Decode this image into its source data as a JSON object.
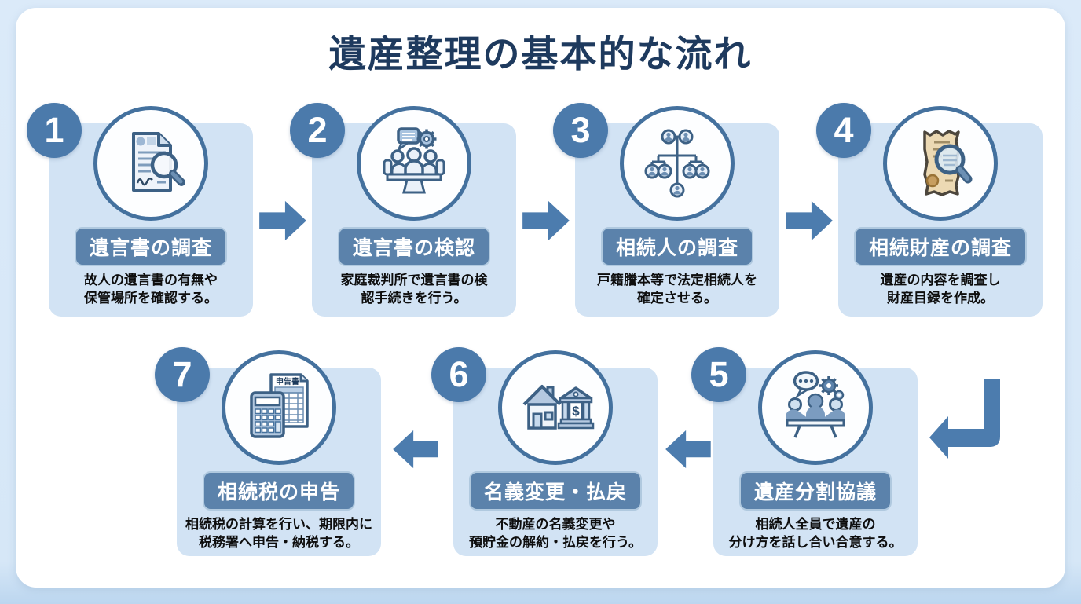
{
  "title": "遺産整理の基本的な流れ",
  "steps": [
    {
      "number": "1",
      "label": "遺言書の調査",
      "description": "故人の遺言書の有無や\n保管場所を確認する。",
      "icon": "will-document-magnifier-icon"
    },
    {
      "number": "2",
      "label": "遺言書の検認",
      "description": "家庭裁判所で遺言書の検\n認手続きを行う。",
      "icon": "court-meeting-icon"
    },
    {
      "number": "3",
      "label": "相続人の調査",
      "description": "戸籍謄本等で法定相続人を\n確定させる。",
      "icon": "family-tree-icon"
    },
    {
      "number": "4",
      "label": "相続財産の調査",
      "description": "遺産の内容を調査し\n財産目録を作成。",
      "icon": "parchment-magnifier-icon"
    },
    {
      "number": "5",
      "label": "遺産分割協議",
      "description": "相続人全員で遺産の\n分け方を話し合い合意する。",
      "icon": "discussion-meeting-icon"
    },
    {
      "number": "6",
      "label": "名義変更・払戻",
      "description": "不動産の名義変更や\n預貯金の解約・払戻を行う。",
      "icon": "house-bank-icon"
    },
    {
      "number": "7",
      "label": "相続税の申告",
      "description": "相続税の計算を行い、期限内に\n税務署へ申告・納税する。",
      "icon": "calculator-tax-form-icon"
    }
  ],
  "icon_texts": {
    "tax_form_title": "申告書",
    "bank_dollar_symbol": "$"
  },
  "colors": {
    "outer_background": "#d6e7f7",
    "panel_background": "#ffffff",
    "card_background": "#d2e3f4",
    "title_text": "#1e3a5e",
    "badge_fill": "#4b7aab",
    "pill_fill": "#5b82ab",
    "pill_text": "#ffffff",
    "arrow_fill": "#4c7cae",
    "icon_ring": "#44719e",
    "description_text": "#0e0e0e"
  }
}
